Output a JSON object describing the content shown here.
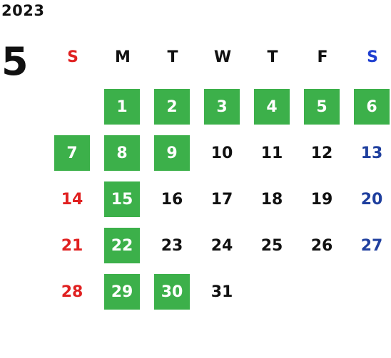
{
  "calendar": {
    "year": "2023",
    "month": "5",
    "weekdays": [
      {
        "label": "S",
        "color": "#e02020"
      },
      {
        "label": "M",
        "color": "#111111"
      },
      {
        "label": "T",
        "color": "#111111"
      },
      {
        "label": "W",
        "color": "#111111"
      },
      {
        "label": "T",
        "color": "#111111"
      },
      {
        "label": "F",
        "color": "#111111"
      },
      {
        "label": "S",
        "color": "#1f3fd0"
      }
    ],
    "days": [
      {
        "day": "1",
        "highlighted": true
      },
      {
        "day": "2",
        "highlighted": true
      },
      {
        "day": "3",
        "highlighted": true
      },
      {
        "day": "4",
        "highlighted": true
      },
      {
        "day": "5",
        "highlighted": true
      },
      {
        "day": "6",
        "highlighted": true
      },
      {
        "day": "7",
        "highlighted": true
      },
      {
        "day": "8",
        "highlighted": true
      },
      {
        "day": "9",
        "highlighted": true
      },
      {
        "day": "10",
        "highlighted": false
      },
      {
        "day": "11",
        "highlighted": false
      },
      {
        "day": "12",
        "highlighted": false
      },
      {
        "day": "13",
        "highlighted": false
      },
      {
        "day": "14",
        "highlighted": false
      },
      {
        "day": "15",
        "highlighted": true
      },
      {
        "day": "16",
        "highlighted": false
      },
      {
        "day": "17",
        "highlighted": false
      },
      {
        "day": "18",
        "highlighted": false
      },
      {
        "day": "19",
        "highlighted": false
      },
      {
        "day": "20",
        "highlighted": false
      },
      {
        "day": "21",
        "highlighted": false
      },
      {
        "day": "22",
        "highlighted": true
      },
      {
        "day": "23",
        "highlighted": false
      },
      {
        "day": "24",
        "highlighted": false
      },
      {
        "day": "25",
        "highlighted": false
      },
      {
        "day": "26",
        "highlighted": false
      },
      {
        "day": "27",
        "highlighted": false
      },
      {
        "day": "28",
        "highlighted": false
      },
      {
        "day": "29",
        "highlighted": true
      },
      {
        "day": "30",
        "highlighted": true
      },
      {
        "day": "31",
        "highlighted": false
      }
    ],
    "colors": {
      "highlight": "#3cb04a",
      "sunday": "#e02020",
      "saturday": "#1f3f9e",
      "weekday": "#111111"
    }
  }
}
